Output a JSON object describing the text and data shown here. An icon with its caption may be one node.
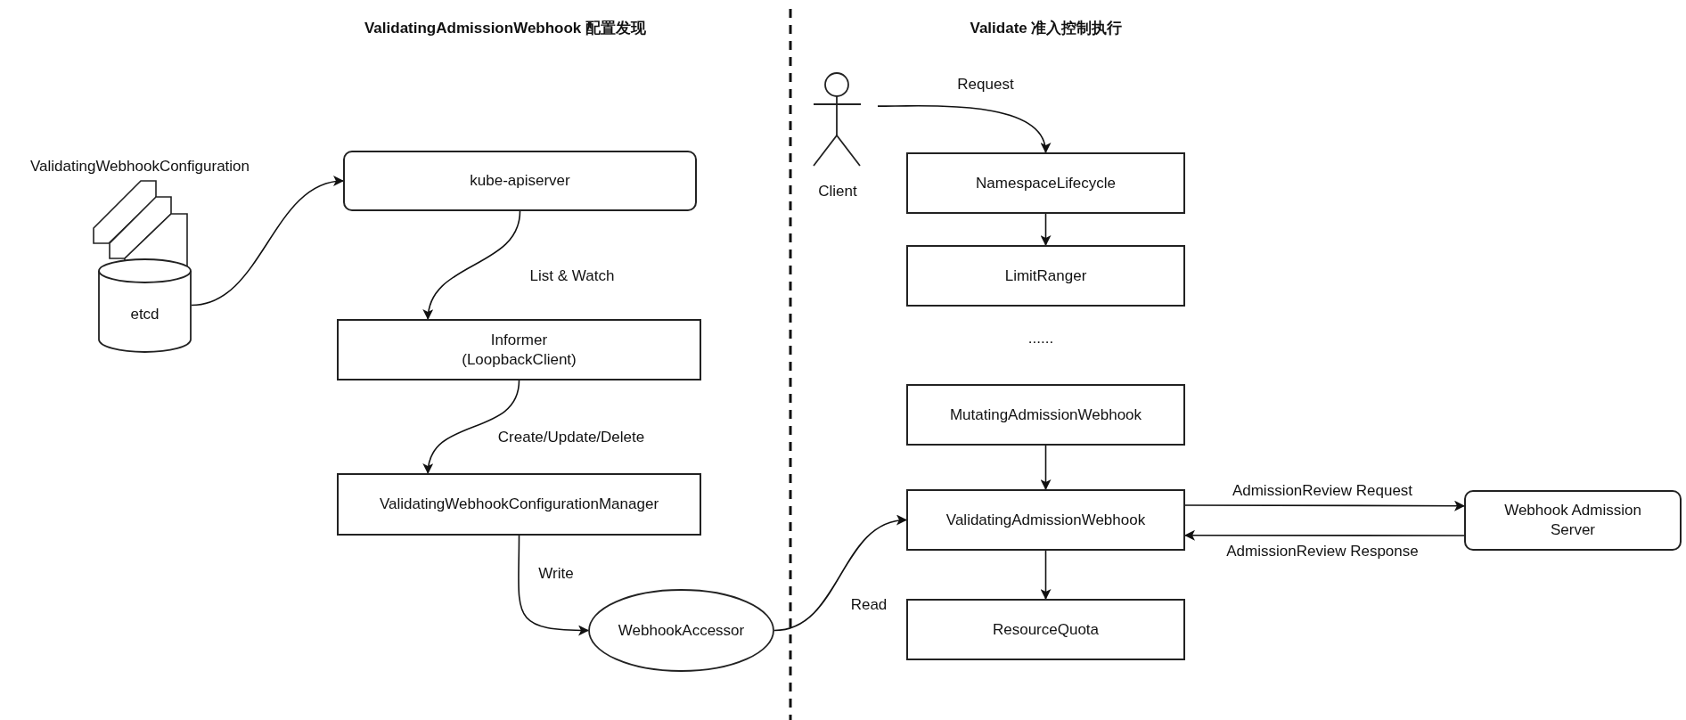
{
  "diagram": {
    "nodes": [
      {
        "text": [
          "etcd"
        ]
      },
      {
        "text": [
          "kube-apiserver"
        ]
      },
      {
        "text": [
          "Informer (LoopbackClient)"
        ]
      },
      {
        "text": [
          "ValidatingWebhookConfigurationManager"
        ]
      },
      {
        "text": [
          "WebhookAccessor"
        ]
      },
      {
        "text": [
          "Client"
        ]
      },
      {
        "text": [
          "NamespaceLifecycle"
        ]
      },
      {
        "text": [
          "LimitRanger"
        ]
      },
      {
        "text": [
          "MutatingAdmissionWebhook"
        ]
      },
      {
        "text": [
          "ValidatingAdmissionWebhook"
        ]
      },
      {
        "text": [
          "Webhook Admission Server"
        ]
      },
      {
        "text": [
          "ResourceQuota"
        ]
      }
    ],
    "edges": [
      {
        "from": 0,
        "to": 1,
        "arrow": "to"
      },
      {
        "from": 1,
        "to": 2,
        "arrow": "to",
        "label": "List & Watch"
      },
      {
        "from": 2,
        "to": 3,
        "arrow": "to",
        "label": "Create/Update/Delete"
      },
      {
        "from": 3,
        "to": 4,
        "arrow": "to",
        "label": "Write"
      },
      {
        "from": 4,
        "to": 9,
        "arrow": "to",
        "label": "Read"
      },
      {
        "from": 5,
        "to": 6,
        "arrow": "to",
        "label": "Request"
      },
      {
        "from": 6,
        "to": 7,
        "arrow": "to"
      },
      {
        "from": 8,
        "to": 9,
        "arrow": "to"
      },
      {
        "from": 9,
        "to": 10,
        "arrow": "to",
        "label": "AdmissionReview Request"
      },
      {
        "from": 10,
        "to": 9,
        "arrow": "to",
        "label": "AdmissionReview Response"
      },
      {
        "from": 9,
        "to": 11,
        "arrow": "to"
      }
    ],
    "labels": [
      "ValidatingAdmissionWebhook 配置发现",
      "Validate 准入控制执行",
      "ValidatingWebhookConfiguration",
      "......"
    ]
  }
}
